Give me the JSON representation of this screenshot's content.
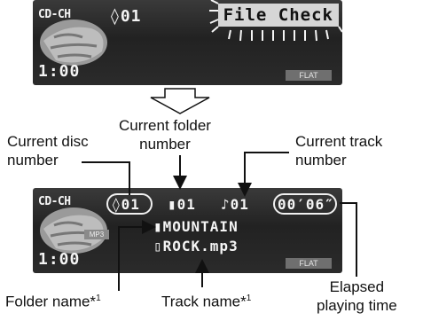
{
  "top_display": {
    "source": "CD-CH",
    "disc": "◊01",
    "message": "File Check",
    "time": "1:00",
    "sound": "FLAT"
  },
  "bottom_display": {
    "source": "CD-CH",
    "format": "MP3",
    "disc": "◊01",
    "folder_no": "▮01",
    "track_no": "♪01",
    "elapsed": "00′06″",
    "folder_name": "▮MOUNTAIN",
    "track_name": "▯ROCK.mp3",
    "time": "1:00",
    "sound": "FLAT"
  },
  "labels": {
    "current_folder_number": [
      "Current folder",
      "number"
    ],
    "current_disc_number": [
      "Current disc",
      "number"
    ],
    "current_track_number": [
      "Current track",
      "number"
    ],
    "folder_name": "Folder name*",
    "folder_name_sup": "1",
    "track_name": "Track name*",
    "track_name_sup": "1",
    "elapsed_playing_time": [
      "Elapsed",
      "playing time"
    ]
  }
}
